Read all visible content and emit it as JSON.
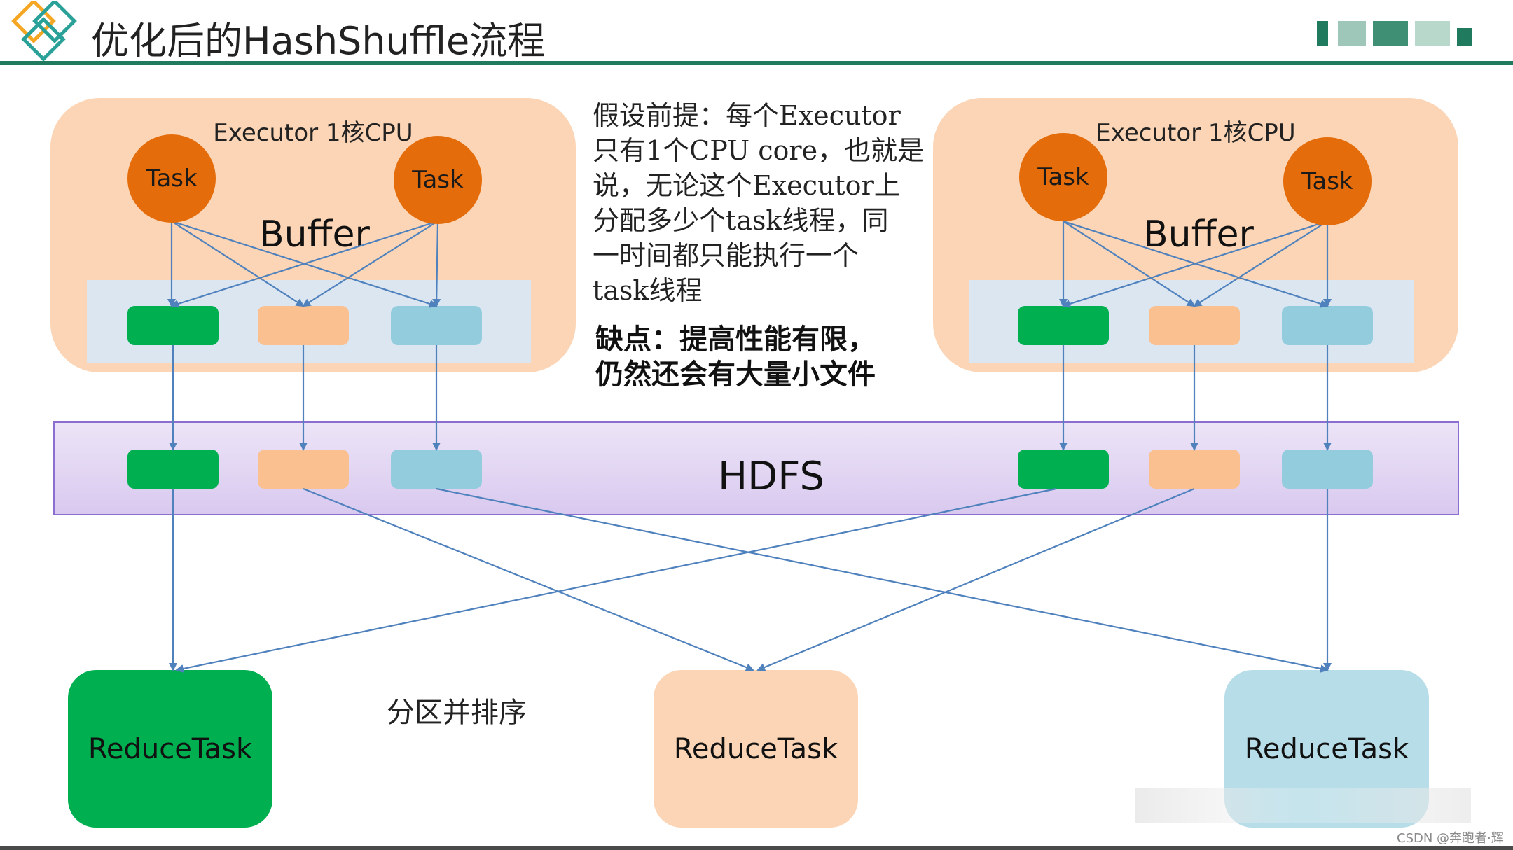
{
  "title": "优化后的HashShuffle流程",
  "executors": [
    {
      "label": "Executor 1核CPU",
      "buffer_label": "Buffer",
      "tasks": [
        "Task",
        "Task"
      ]
    },
    {
      "label": "Executor 1核CPU",
      "buffer_label": "Buffer",
      "tasks": [
        "Task",
        "Task"
      ]
    }
  ],
  "hdfs_label": "HDFS",
  "note_lines": [
    "假设前提：每个Executor",
    "只有1个CPU core，也就是",
    "说，无论这个Executor上",
    "分配多少个task线程，同",
    "一时间都只能执行一个",
    "task线程"
  ],
  "drawback_lines": [
    "缺点：提高性能有限，",
    "仍然还会有大量小文件"
  ],
  "partition_label": "分区并排序",
  "reduce_tasks": [
    "ReduceTask",
    "ReduceTask",
    "ReduceTask"
  ],
  "watermark": "CSDN @奔跑者·辉",
  "colors": {
    "task": "#e46c0a",
    "executor_bg": "#fbd5b5",
    "buffer_bg": "#dce6f1",
    "green": "#00b050",
    "orange": "#fac090",
    "blue": "#93cddd",
    "hdfs_border": "#8b6ecf",
    "arrow": "#4f81bd",
    "rule": "#1f7a5e"
  }
}
